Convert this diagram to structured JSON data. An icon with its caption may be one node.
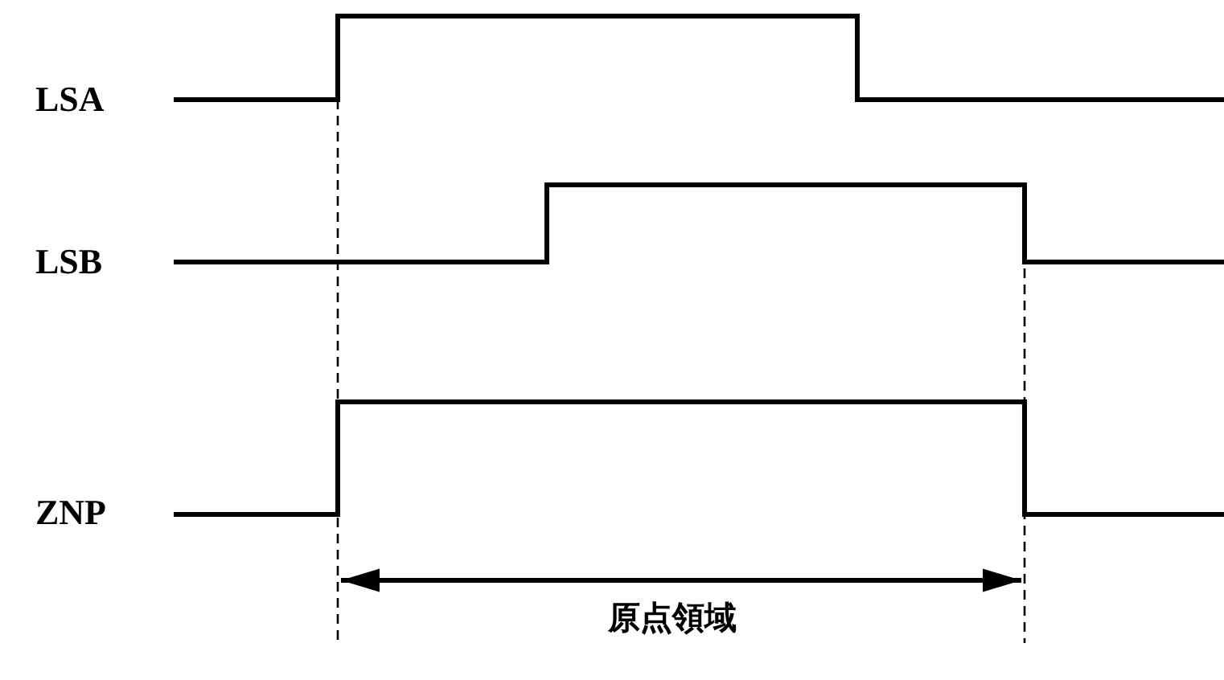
{
  "diagram": {
    "labels": [
      "LSA",
      "LSB",
      "ZNP",
      "原点領域"
    ]
  }
}
